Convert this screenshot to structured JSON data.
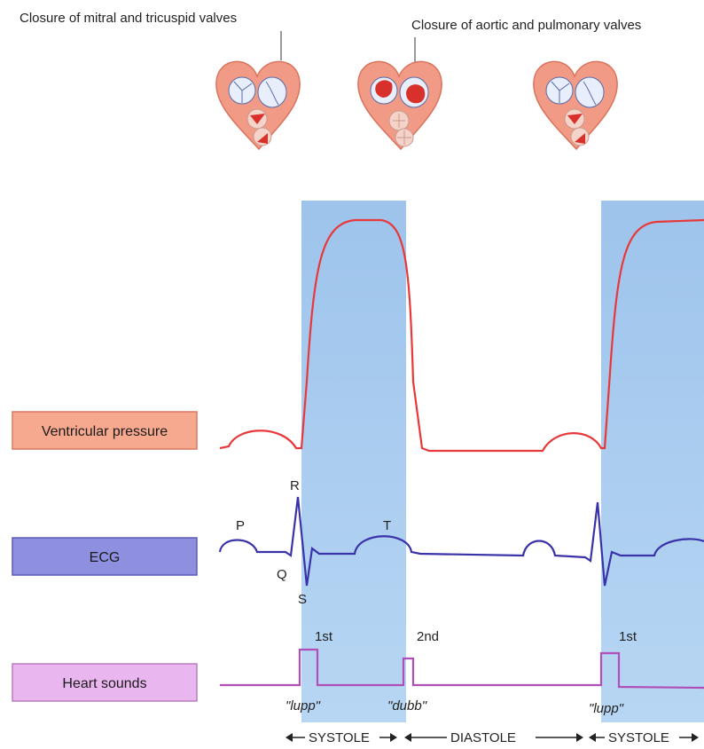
{
  "captions": {
    "av_closure": "Closure of mitral and tricuspid valves",
    "sl_closure": "Closure of aortic and pulmonary valves"
  },
  "rows": {
    "pressure": "Ventricular pressure",
    "ecg": "ECG",
    "sounds": "Heart sounds"
  },
  "ecg_waves": {
    "p": "P",
    "q": "Q",
    "r": "R",
    "s": "S",
    "t": "T"
  },
  "sounds": {
    "first": "1st",
    "second": "2nd",
    "first_repeat": "1st",
    "lupp": "\"lupp\"",
    "dubb": "\"dubb\"",
    "lupp_repeat": "\"lupp\""
  },
  "phases": {
    "systole": "SYSTOLE",
    "diastole": "DIASTOLE",
    "systole_repeat": "SYSTOLE"
  },
  "colors": {
    "systole_band": "#a9cdef",
    "pressure_line": "#e8383a",
    "ecg_line": "#3a32a8",
    "sound_line": "#b04fb8",
    "pressure_box": "#f6a98f",
    "ecg_box": "#8f8fe0",
    "sound_box": "#eab6ef",
    "heart_fill": "#f19b86",
    "valve_blood": "#d8302a"
  },
  "icons": {
    "heart_1": "heart-valves-av-closed-icon",
    "heart_2": "heart-valves-semilunar-closed-icon",
    "heart_3": "heart-valves-av-closed-icon"
  }
}
